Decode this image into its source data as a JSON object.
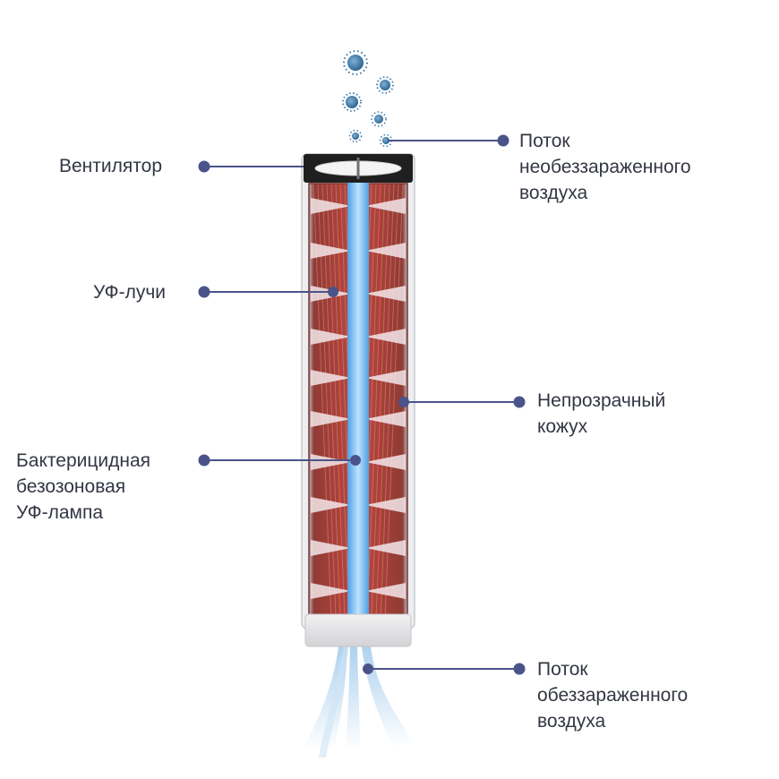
{
  "labels": {
    "fan": "Вентилятор",
    "uv_rays": "УФ-лучи",
    "lamp": "Бактерицидная\nбезозоновая\nУФ-лампа",
    "air_in": "Поток\nнеобеззараженного\nвоздуха",
    "casing": "Непрозрачный\nкожух",
    "air_out": "Поток\nобеззараженного\nвоздуха"
  },
  "colors": {
    "leader": "#4a548a",
    "casing": "#a8423a",
    "lamp": "#6ab4ef",
    "caps": "#e4e4e6",
    "fan_housing": "#1f1f1f",
    "bacteria": "#3c78a8"
  }
}
